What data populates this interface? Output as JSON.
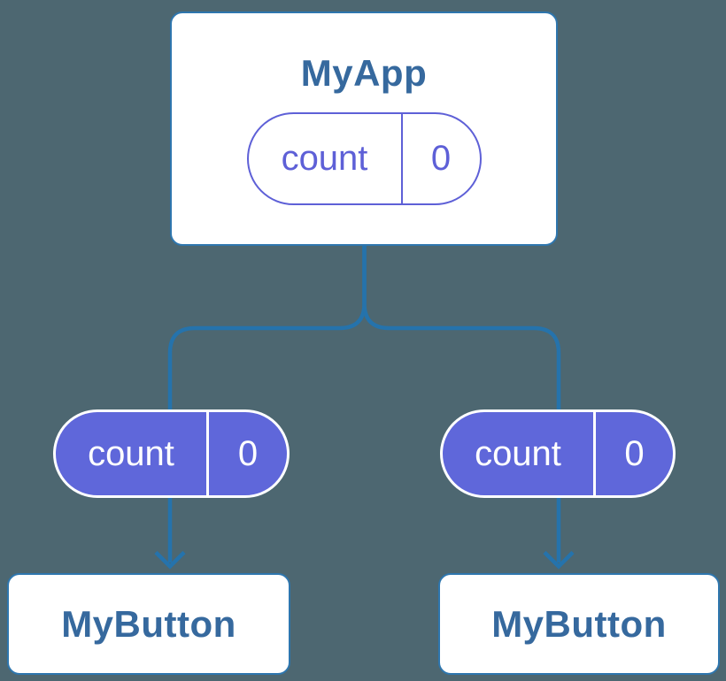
{
  "colors": {
    "background": "#4D6771",
    "edge": "#2573AC",
    "card-bg": "#FFFFFF",
    "card-border": "#2E76AE",
    "heading": "#36699E",
    "purple": "#5E60D7",
    "purple-fill": "#5F67DA"
  },
  "diagram": {
    "root": {
      "title": "MyApp",
      "state_pill": {
        "name": "count",
        "value": "0"
      }
    },
    "children": [
      {
        "title": "MyButton",
        "prop_pill": {
          "name": "count",
          "value": "0"
        }
      },
      {
        "title": "MyButton",
        "prop_pill": {
          "name": "count",
          "value": "0"
        }
      }
    ]
  }
}
